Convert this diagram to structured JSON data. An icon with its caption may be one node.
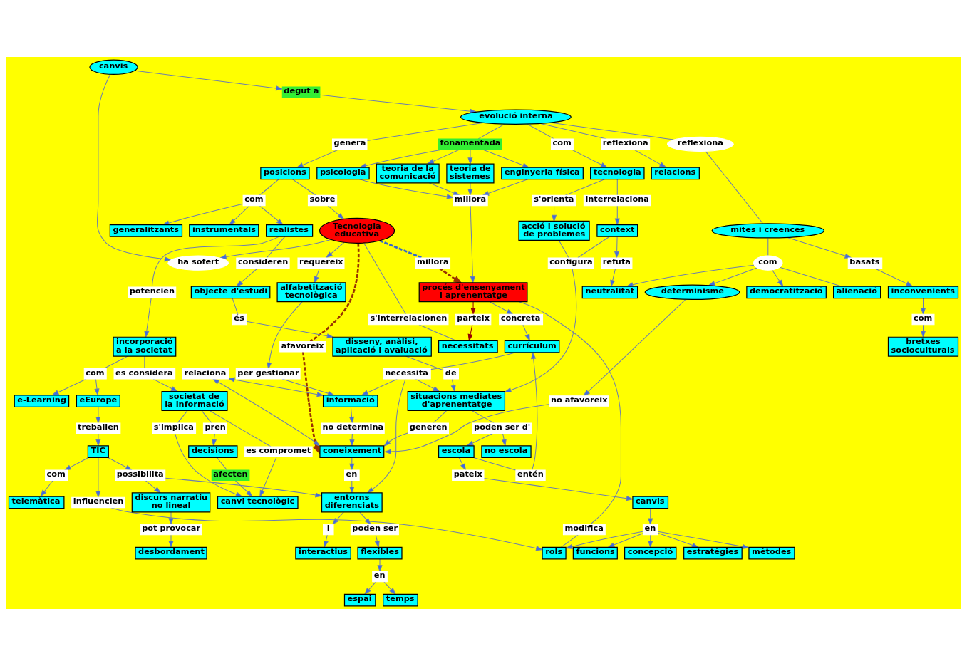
{
  "diagram": {
    "nodes": [
      {
        "text": [
          "societat de la informació"
        ]
      },
      {
        "text": [
          "es compromet"
        ]
      },
      {
        "text": [
          "canvi tecnològic"
        ]
      },
      {
        "text": [
          "incorporació a la societat"
        ]
      },
      {
        "text": [
          "s'implica"
        ]
      },
      {
        "text": [
          "eEurope"
        ]
      },
      {
        "text": [
          "pren"
        ]
      },
      {
        "text": [
          "afecten"
        ]
      },
      {
        "text": [
          "alfabetització tecnològica"
        ]
      },
      {
        "text": [
          "com"
        ]
      },
      {
        "text": [
          "decisions"
        ]
      },
      {
        "text": [
          "es considera"
        ]
      },
      {
        "text": [
          "e-Learning"
        ]
      },
      {
        "text": [
          "objecte d'estudi"
        ]
      },
      {
        "text": [
          "consideren"
        ]
      },
      {
        "text": [
          "coneixement"
        ]
      },
      {
        "text": [
          "potencien"
        ]
      },
      {
        "text": [
          "afavoreix"
        ]
      },
      {
        "text": [
          "requereix"
        ]
      },
      {
        "text": [
          "generalitzants"
        ]
      },
      {
        "text": [
          "realistes"
        ]
      },
      {
        "text": [
          "no afavoreix"
        ]
      },
      {
        "text": [
          "Tecnologia educativa"
        ]
      },
      {
        "text": [
          "instrumentals"
        ]
      },
      {
        "text": [
          "com"
        ]
      },
      {
        "text": [
          "determinisme"
        ]
      },
      {
        "text": [
          "s'interrelacionen"
        ]
      },
      {
        "text": [
          "necessitats"
        ]
      },
      {
        "text": [
          "sobre"
        ]
      },
      {
        "text": [
          "posicions"
        ]
      },
      {
        "text": [
          "és"
        ]
      },
      {
        "text": [
          "millora"
        ]
      },
      {
        "text": [
          "ha sofert"
        ]
      },
      {
        "text": [
          "disseny, anàlisi, aplicació i avaluació"
        ]
      },
      {
        "text": [
          "en"
        ]
      },
      {
        "text": [
          "canvis"
        ]
      },
      {
        "text": [
          "relaciona"
        ]
      },
      {
        "text": [
          "per gestionar"
        ]
      },
      {
        "text": [
          "no determina"
        ]
      },
      {
        "text": [
          "generen"
        ]
      },
      {
        "text": [
          "interactius"
        ]
      },
      {
        "text": [
          "democratització"
        ]
      },
      {
        "text": [
          "neutralitat"
        ]
      },
      {
        "text": [
          "degut a"
        ]
      },
      {
        "text": [
          "genera"
        ]
      },
      {
        "text": [
          "i"
        ]
      },
      {
        "text": [
          "de"
        ]
      },
      {
        "text": [
          "enginyeria física"
        ]
      },
      {
        "text": [
          "evolució interna"
        ]
      },
      {
        "text": [
          "reflexiona"
        ]
      },
      {
        "text": [
          "com"
        ]
      },
      {
        "text": [
          "mites i creences"
        ]
      },
      {
        "text": [
          "poden ser"
        ]
      },
      {
        "text": [
          "informació"
        ]
      },
      {
        "text": [
          "flexibles"
        ]
      },
      {
        "text": [
          "refuta"
        ]
      },
      {
        "text": [
          "fonamentada"
        ]
      },
      {
        "text": [
          "situacions mediates d'aprenentatge"
        ]
      },
      {
        "text": [
          "entorns diferenciats"
        ]
      },
      {
        "text": [
          "alienació"
        ]
      },
      {
        "text": [
          "configura"
        ]
      },
      {
        "text": [
          "com"
        ]
      },
      {
        "text": [
          "en"
        ]
      },
      {
        "text": [
          "espai"
        ]
      },
      {
        "text": [
          "psicologia"
        ]
      },
      {
        "text": [
          "necessita"
        ]
      },
      {
        "text": [
          "possibilita"
        ]
      },
      {
        "text": [
          "no escola"
        ]
      },
      {
        "text": [
          "context"
        ]
      },
      {
        "text": [
          "parteix"
        ]
      },
      {
        "text": [
          "tecnologia"
        ]
      },
      {
        "text": [
          "interrelaciona"
        ]
      },
      {
        "text": [
          "temps"
        ]
      },
      {
        "text": [
          "teoria de la comunicació"
        ]
      },
      {
        "text": [
          "poden ser d'"
        ]
      },
      {
        "text": [
          "currículum"
        ]
      },
      {
        "text": [
          "reflexiona"
        ]
      },
      {
        "text": [
          "acció i solució de problemes"
        ]
      },
      {
        "text": [
          "concreta"
        ]
      },
      {
        "text": [
          "discurs narratiu no lineal"
        ]
      },
      {
        "text": [
          "entén"
        ]
      },
      {
        "text": [
          "s'orienta"
        ]
      },
      {
        "text": [
          "teoria de sistemes"
        ]
      },
      {
        "text": [
          "basats"
        ]
      },
      {
        "text": [
          "procés d'ensenyament i aprenentatge"
        ]
      },
      {
        "text": [
          "escola"
        ]
      },
      {
        "text": [
          "pot provocar"
        ]
      },
      {
        "text": [
          "millora"
        ]
      },
      {
        "text": [
          "influencien"
        ]
      },
      {
        "text": [
          "TIC"
        ]
      },
      {
        "text": [
          "modifica"
        ]
      },
      {
        "text": [
          "inconvenients"
        ]
      },
      {
        "text": [
          "com"
        ]
      },
      {
        "text": [
          "rols"
        ]
      },
      {
        "text": [
          "desbordament"
        ]
      },
      {
        "text": [
          "relacions"
        ]
      },
      {
        "text": [
          "pateix"
        ]
      },
      {
        "text": [
          "estratègies"
        ]
      },
      {
        "text": [
          "com"
        ]
      },
      {
        "text": [
          "en"
        ]
      },
      {
        "text": [
          "telemàtica"
        ]
      },
      {
        "text": [
          "canvis"
        ]
      },
      {
        "text": [
          "mètodes"
        ]
      },
      {
        "text": [
          "bretxes socioculturals"
        ]
      },
      {
        "text": [
          "funcions"
        ]
      },
      {
        "text": [
          "concepció"
        ]
      },
      {
        "text": [
          "treballen"
        ]
      }
    ],
    "edges": [
      {
        "from": 0,
        "to": 1,
        "arrow": "none"
      },
      {
        "from": 1,
        "to": 2,
        "arrow": "to"
      },
      {
        "from": 0,
        "to": 4,
        "arrow": "none"
      },
      {
        "from": 4,
        "to": 2,
        "arrow": "to"
      },
      {
        "from": 0,
        "to": 6,
        "arrow": "none"
      },
      {
        "from": 6,
        "to": 10,
        "arrow": "to"
      },
      {
        "from": 10,
        "to": 7,
        "arrow": "none"
      },
      {
        "from": 7,
        "to": 2,
        "arrow": "to"
      },
      {
        "from": 3,
        "to": 9,
        "arrow": "none"
      },
      {
        "from": 9,
        "to": 5,
        "arrow": "to"
      },
      {
        "from": 9,
        "to": 12,
        "arrow": "to"
      },
      {
        "from": 3,
        "to": 11,
        "arrow": "none"
      },
      {
        "from": 11,
        "to": 0,
        "arrow": "to"
      },
      {
        "from": 20,
        "to": 16,
        "arrow": "none"
      },
      {
        "from": 16,
        "to": 3,
        "arrow": "to"
      },
      {
        "from": 20,
        "to": 14,
        "arrow": "none"
      },
      {
        "from": 14,
        "to": 13,
        "arrow": "to"
      },
      {
        "from": 29,
        "to": 24,
        "arrow": "none"
      },
      {
        "from": 24,
        "to": 19,
        "arrow": "to"
      },
      {
        "from": 24,
        "to": 23,
        "arrow": "to"
      },
      {
        "from": 24,
        "to": 20,
        "arrow": "to"
      },
      {
        "from": 29,
        "to": 28,
        "arrow": "none"
      },
      {
        "from": 28,
        "to": 22,
        "arrow": "to"
      },
      {
        "from": 48,
        "to": 44,
        "arrow": "none"
      },
      {
        "from": 44,
        "to": 29,
        "arrow": "to"
      },
      {
        "from": 5,
        "to": 106,
        "arrow": "to"
      },
      {
        "from": 106,
        "to": 89,
        "arrow": "to"
      },
      {
        "from": 22,
        "to": 18,
        "arrow": "to"
      },
      {
        "from": 18,
        "to": 8,
        "arrow": "to"
      },
      {
        "from": 22,
        "to": 17,
        "arrow": "none",
        "style": "dashed",
        "color": "#993300"
      },
      {
        "from": 17,
        "to": 15,
        "arrow": "to",
        "style": "dashed",
        "color": "#993300"
      },
      {
        "from": 22,
        "to": 26,
        "arrow": "none"
      },
      {
        "from": 26,
        "to": 27,
        "arrow": "none"
      },
      {
        "from": 84,
        "to": 69,
        "arrow": "to",
        "color": "#990000"
      },
      {
        "from": 69,
        "to": 27,
        "arrow": "to",
        "color": "#990000"
      },
      {
        "from": 22,
        "to": 32,
        "arrow": "to"
      },
      {
        "from": 35,
        "to": 32,
        "arrow": "to"
      },
      {
        "from": 35,
        "to": 43,
        "arrow": "to"
      },
      {
        "from": 43,
        "to": 48,
        "arrow": "to"
      },
      {
        "from": 22,
        "to": 31,
        "arrow": "none",
        "style": "dashed",
        "color": "#3366cc"
      },
      {
        "from": 31,
        "to": 84,
        "arrow": "to",
        "style": "dashed",
        "color": "#993300"
      },
      {
        "from": 13,
        "to": 30,
        "arrow": "none"
      },
      {
        "from": 30,
        "to": 33,
        "arrow": "to"
      },
      {
        "from": 33,
        "to": 46,
        "arrow": "none"
      },
      {
        "from": 46,
        "to": 57,
        "arrow": "to"
      },
      {
        "from": 51,
        "to": 50,
        "arrow": "none"
      },
      {
        "from": 50,
        "to": 41,
        "arrow": "to"
      },
      {
        "from": 50,
        "to": 42,
        "arrow": "to"
      },
      {
        "from": 50,
        "to": 25,
        "arrow": "to"
      },
      {
        "from": 50,
        "to": 59,
        "arrow": "none"
      },
      {
        "from": 68,
        "to": 55,
        "arrow": "to"
      },
      {
        "from": 55,
        "to": 42,
        "arrow": "to"
      },
      {
        "from": 48,
        "to": 49,
        "arrow": "none"
      },
      {
        "from": 49,
        "to": 51,
        "arrow": "none"
      },
      {
        "from": 51,
        "to": 83,
        "arrow": "to"
      },
      {
        "from": 83,
        "to": 91,
        "arrow": "to"
      },
      {
        "from": 91,
        "to": 98,
        "arrow": "to"
      },
      {
        "from": 98,
        "to": 103,
        "arrow": "to"
      },
      {
        "from": 48,
        "to": 56,
        "arrow": "none"
      },
      {
        "from": 56,
        "to": 47,
        "arrow": "to"
      },
      {
        "from": 56,
        "to": 64,
        "arrow": "to"
      },
      {
        "from": 56,
        "to": 73,
        "arrow": "to"
      },
      {
        "from": 56,
        "to": 82,
        "arrow": "to"
      },
      {
        "from": 47,
        "to": 87,
        "arrow": "to"
      },
      {
        "from": 64,
        "to": 87,
        "arrow": "to"
      },
      {
        "from": 73,
        "to": 87,
        "arrow": "to"
      },
      {
        "from": 82,
        "to": 87,
        "arrow": "to"
      },
      {
        "from": 87,
        "to": 84,
        "arrow": "to"
      },
      {
        "from": 48,
        "to": 61,
        "arrow": "none"
      },
      {
        "from": 61,
        "to": 70,
        "arrow": "to"
      },
      {
        "from": 48,
        "to": 76,
        "arrow": "none"
      },
      {
        "from": 76,
        "to": 95,
        "arrow": "to"
      },
      {
        "from": 70,
        "to": 81,
        "arrow": "none"
      },
      {
        "from": 81,
        "to": 77,
        "arrow": "to"
      },
      {
        "from": 70,
        "to": 71,
        "arrow": "none"
      },
      {
        "from": 71,
        "to": 68,
        "arrow": "to"
      },
      {
        "from": 68,
        "to": 60,
        "arrow": "none"
      },
      {
        "from": 77,
        "to": 60,
        "arrow": "none"
      },
      {
        "from": 60,
        "to": 57,
        "arrow": "to"
      },
      {
        "from": 84,
        "to": 78,
        "arrow": "to"
      },
      {
        "from": 78,
        "to": 75,
        "arrow": "to"
      },
      {
        "from": 84,
        "to": 90,
        "arrow": "none"
      },
      {
        "from": 90,
        "to": 93,
        "arrow": "none"
      },
      {
        "from": 89,
        "to": 88,
        "arrow": "to"
      },
      {
        "from": 88,
        "to": 93,
        "arrow": "to"
      },
      {
        "from": 101,
        "to": 99,
        "arrow": "to"
      },
      {
        "from": 99,
        "to": 93,
        "arrow": "to"
      },
      {
        "from": 99,
        "to": 97,
        "arrow": "to"
      },
      {
        "from": 99,
        "to": 102,
        "arrow": "to"
      },
      {
        "from": 99,
        "to": 104,
        "arrow": "to"
      },
      {
        "from": 99,
        "to": 105,
        "arrow": "to"
      },
      {
        "from": 85,
        "to": 96,
        "arrow": "to"
      },
      {
        "from": 96,
        "to": 101,
        "arrow": "to"
      },
      {
        "from": 85,
        "to": 80,
        "arrow": "none"
      },
      {
        "from": 80,
        "to": 75,
        "arrow": "to"
      },
      {
        "from": 57,
        "to": 74,
        "arrow": "none"
      },
      {
        "from": 74,
        "to": 67,
        "arrow": "to"
      },
      {
        "from": 74,
        "to": 85,
        "arrow": "to"
      },
      {
        "from": 75,
        "to": 65,
        "arrow": "none"
      },
      {
        "from": 65,
        "to": 57,
        "arrow": "to"
      },
      {
        "from": 65,
        "to": 58,
        "arrow": "to"
      },
      {
        "from": 65,
        "to": 53,
        "arrow": "to"
      },
      {
        "from": 89,
        "to": 66,
        "arrow": "to"
      },
      {
        "from": 66,
        "to": 58,
        "arrow": "to"
      },
      {
        "from": 66,
        "to": 79,
        "arrow": "to"
      },
      {
        "from": 79,
        "to": 86,
        "arrow": "to"
      },
      {
        "from": 86,
        "to": 94,
        "arrow": "to"
      },
      {
        "from": 89,
        "to": 92,
        "arrow": "to"
      },
      {
        "from": 92,
        "to": 100,
        "arrow": "to"
      },
      {
        "from": 58,
        "to": 52,
        "arrow": "to"
      },
      {
        "from": 52,
        "to": 54,
        "arrow": "to"
      },
      {
        "from": 58,
        "to": 45,
        "arrow": "to"
      },
      {
        "from": 45,
        "to": 40,
        "arrow": "to"
      },
      {
        "from": 54,
        "to": 62,
        "arrow": "to"
      },
      {
        "from": 62,
        "to": 63,
        "arrow": "to"
      },
      {
        "from": 62,
        "to": 72,
        "arrow": "to"
      },
      {
        "from": 15,
        "to": 34,
        "arrow": "to"
      },
      {
        "from": 34,
        "to": 58,
        "arrow": "to"
      },
      {
        "from": 36,
        "to": 15,
        "arrow": "both"
      },
      {
        "from": 36,
        "to": 53,
        "arrow": "both"
      },
      {
        "from": 53,
        "to": 38,
        "arrow": "to"
      },
      {
        "from": 38,
        "to": 15,
        "arrow": "to"
      },
      {
        "from": 57,
        "to": 39,
        "arrow": "none"
      },
      {
        "from": 39,
        "to": 15,
        "arrow": "to"
      },
      {
        "from": 25,
        "to": 21,
        "arrow": "to"
      },
      {
        "from": 21,
        "to": 15,
        "arrow": "to"
      },
      {
        "from": 8,
        "to": 37,
        "arrow": "to"
      },
      {
        "from": 37,
        "to": 53,
        "arrow": "to"
      }
    ]
  }
}
